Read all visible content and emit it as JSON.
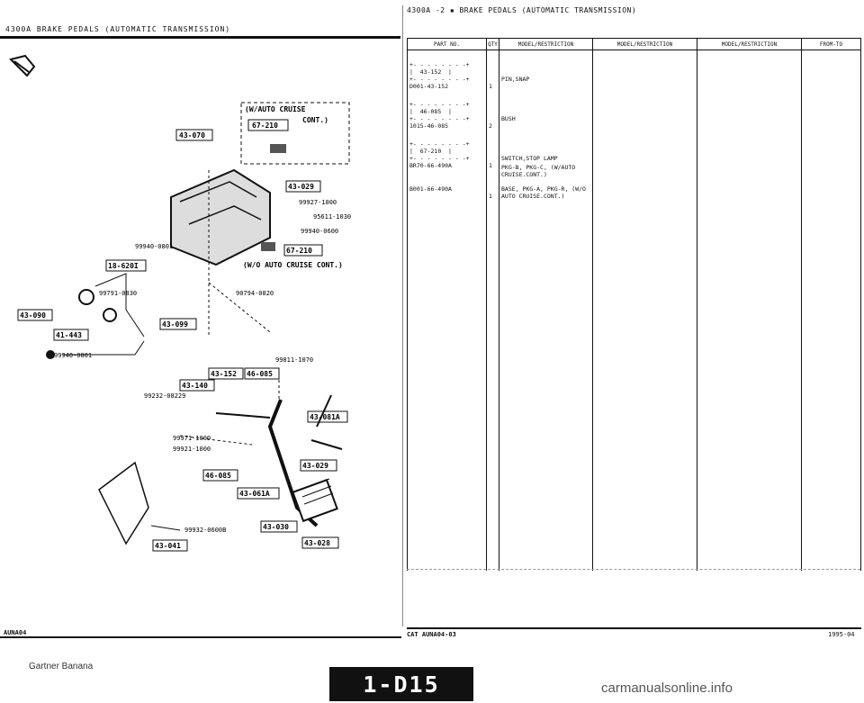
{
  "header": {
    "left": "4300A   BRAKE PEDALS (AUTOMATIC TRANSMISSION)",
    "right": "4300A -2 ▪  BRAKE PEDALS (AUTOMATIC TRANSMISSION)"
  },
  "diagram": {
    "refs": [
      "43-070",
      "67-210",
      "43-029",
      "67-210",
      "18-620I",
      "43-090",
      "43-099",
      "41-443",
      "43-152",
      "46-085",
      "43-140",
      "43-081A",
      "46-085",
      "43-029",
      "43-061A",
      "43-030",
      "43-041",
      "43-028"
    ],
    "labels": {
      "cruise_box": "(W/AUTO CRUISE",
      "cont": "CONT.)",
      "no_cruise": "(W/O AUTO CRUISE CONT.)",
      "p1": "99927-1000",
      "p2": "95611-1030",
      "p3": "99940-0600",
      "p4": "99940-0801",
      "p5": "90794-0820",
      "p6": "99791-0830",
      "p7": "99940-0801",
      "p8": "99811-1070",
      "p9": "99232-08229",
      "p10": "99971-1000",
      "p11": "99921-1000",
      "p12": "99932-0600B"
    }
  },
  "table": {
    "headers": [
      "PART NO.",
      "QTY",
      "MODEL/RESTRICTION",
      "MODEL/RESTRICTION",
      "MODEL/RESTRICTION",
      "FROM-TO"
    ],
    "entries": [
      {
        "ref": "43-152",
        "part": "D001-43-152",
        "qty": "1",
        "desc": "PIN,SNAP"
      },
      {
        "ref": "46-085",
        "part": "1015-46-085",
        "qty": "2",
        "desc": "BUSH"
      },
      {
        "ref": "67-210",
        "part": "",
        "qty": "",
        "desc": "SWITCH,STOP LAMP"
      },
      {
        "ref": "",
        "part": "BR70-66-490A",
        "qty": "1",
        "desc": "PKG-B, PKG-C, (W/AUTO CRUISE.CONT.)"
      },
      {
        "ref": "",
        "part": "B001-66-490A",
        "qty": "1",
        "desc": "BASE, PKG-A, PKG-R, (W/O AUTO CRUISE.CONT.)"
      }
    ]
  },
  "footer": {
    "left": "AUNA04",
    "cat": "CAT  AUNA04-03",
    "date": "1995-04",
    "brand": "Gartner Banana",
    "page": "1-D15",
    "watermark": "carmanualsonline.info"
  }
}
